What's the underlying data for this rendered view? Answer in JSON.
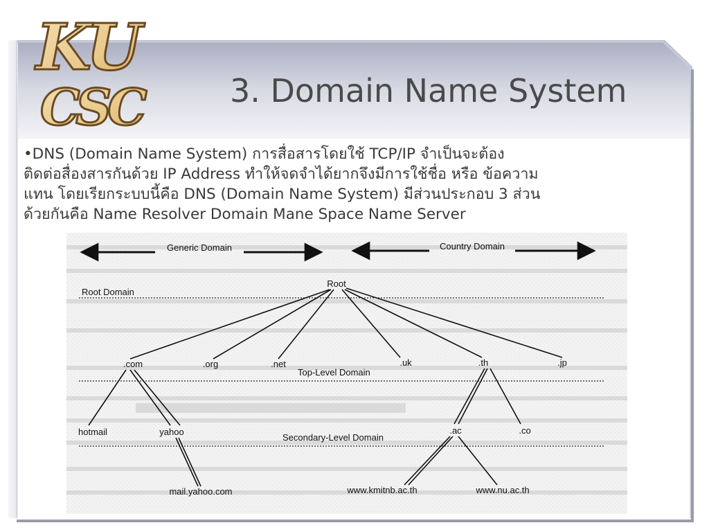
{
  "slide": {
    "logo": {
      "line1": "KU",
      "line2": "CSC"
    },
    "title": "3. Domain Name System",
    "bullet_lines": [
      "•DNS (Domain Name System) การสื่อสารโดยใช้ TCP/IP จำเป็นจะต้อง",
      "ติดต่อสื่องสารกันด้วย IP Address ทำให้จดจำได้ยากจึงมีการใช้ชื่อ หรือ ข้อความ",
      "แทน โดยเรียกระบบนี้คือ DNS (Domain Name System) มีส่วนประกอบ 3 ส่วน",
      "ด้วยกันคือ Name Resolver Domain Mane Space Name Server"
    ]
  },
  "diagram": {
    "generic_domain": "Generic Domain",
    "country_domain": "Country Domain",
    "root_domain": "Root Domain",
    "root": "Root",
    "top_level_domain": "Top-Level Domain",
    "secondary_level_domain": "Secondary-Level Domain",
    "nodes": {
      "com": ".com",
      "org": ".org",
      "net": ".net",
      "uk": ".uk",
      "th": ".th",
      "jp": ".jp",
      "hotmail": "hotmail",
      "yahoo": "yahoo",
      "ac": ".ac",
      "co": ".co",
      "mail_yahoo": "mail.yahoo.com",
      "kmitnb": "www.kmitnb.ac.th",
      "nu": "www.nu.ac.th"
    }
  }
}
